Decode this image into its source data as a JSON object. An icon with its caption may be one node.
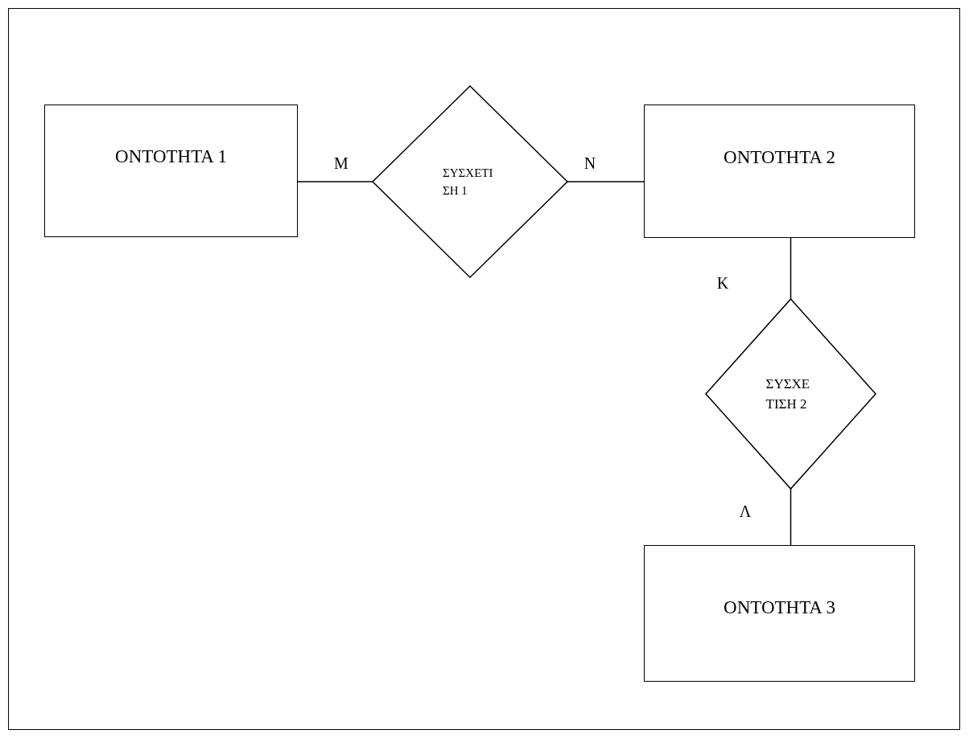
{
  "diagram": {
    "nodes": [
      {
        "text": [
          "ΟΝΤΟΤΗΤΑ 1"
        ]
      },
      {
        "text": [
          "ΣΥΣΧΕΤΙΣΗ 1"
        ]
      },
      {
        "text": [
          "ΟΝΤΟΤΗΤΑ 2"
        ]
      },
      {
        "text": [
          "ΣΥΣΧΕΤΙΣΗ 2"
        ]
      },
      {
        "text": [
          "ΟΝΤΟΤΗΤΑ 3"
        ]
      }
    ],
    "edges": [
      {
        "from": 0,
        "to": 1,
        "arrow": "none",
        "label": "M"
      },
      {
        "from": 1,
        "to": 2,
        "arrow": "none",
        "label": "N"
      },
      {
        "from": 2,
        "to": 3,
        "arrow": "none",
        "label": "K"
      },
      {
        "from": 3,
        "to": 4,
        "arrow": "none",
        "label": "Λ"
      }
    ]
  }
}
